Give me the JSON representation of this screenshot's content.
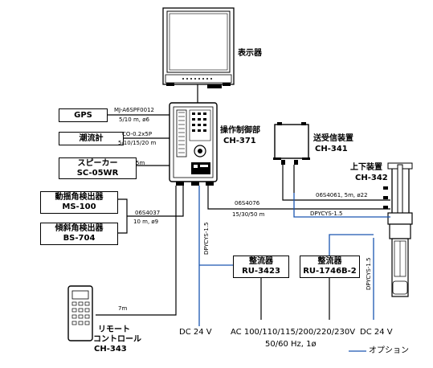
{
  "colors": {
    "option": "#1a56b0",
    "line": "#000000"
  },
  "units": {
    "display": "表示器",
    "operation_line1": "操作制御部",
    "operation_line2": "CH-371",
    "transceiver_line1": "送受信装置",
    "transceiver_line2": "CH-341",
    "hoist_line1": "上下装置",
    "hoist_line2": "CH-342",
    "remote_line1": "リモート",
    "remote_line2": "コントロール",
    "remote_line3": "CH-343"
  },
  "left_boxes": {
    "gps": {
      "line1": "GPS"
    },
    "current_meter": {
      "line1": "潮流計"
    },
    "speaker": {
      "line1": "スピーカー",
      "line2": "SC-05WR"
    },
    "motion_sensor": {
      "line1": "動揺角検出器",
      "line2": "MS-100"
    },
    "tilt_sensor": {
      "line1": "傾斜角検出器",
      "line2": "BS-704"
    }
  },
  "rectifiers": {
    "r1": {
      "line1": "整流器",
      "line2": "RU-3423"
    },
    "r2": {
      "line1": "整流器",
      "line2": "RU-1746B-2"
    }
  },
  "cables": {
    "gps_line1": "MJ-A6SPF0012",
    "gps_line2": "5/10 m, ø6",
    "current_line1": "CO-0.2x5P",
    "current_line2": "5/10/15/20 m",
    "speaker": "5m",
    "sensor_line1": "06S4037",
    "sensor_line2": "10 m, ø9",
    "main_line1": "06S4076",
    "main_line2": "15/30/50 m",
    "transceiver": "06S4061, 5m, ø22",
    "dpycys_h": "DPYCYS-1.5",
    "dpycys_v1": "DPYCYS-1.5",
    "dpycys_v2": "DPYCYS-1.5",
    "remote": "7m"
  },
  "power": {
    "left": "DC 24 V",
    "ac_line1": "AC 100/110/115/200/220/230V",
    "ac_line2": "50/60 Hz, 1ø",
    "right": "DC 24 V"
  },
  "legend": {
    "option": "オプション"
  }
}
